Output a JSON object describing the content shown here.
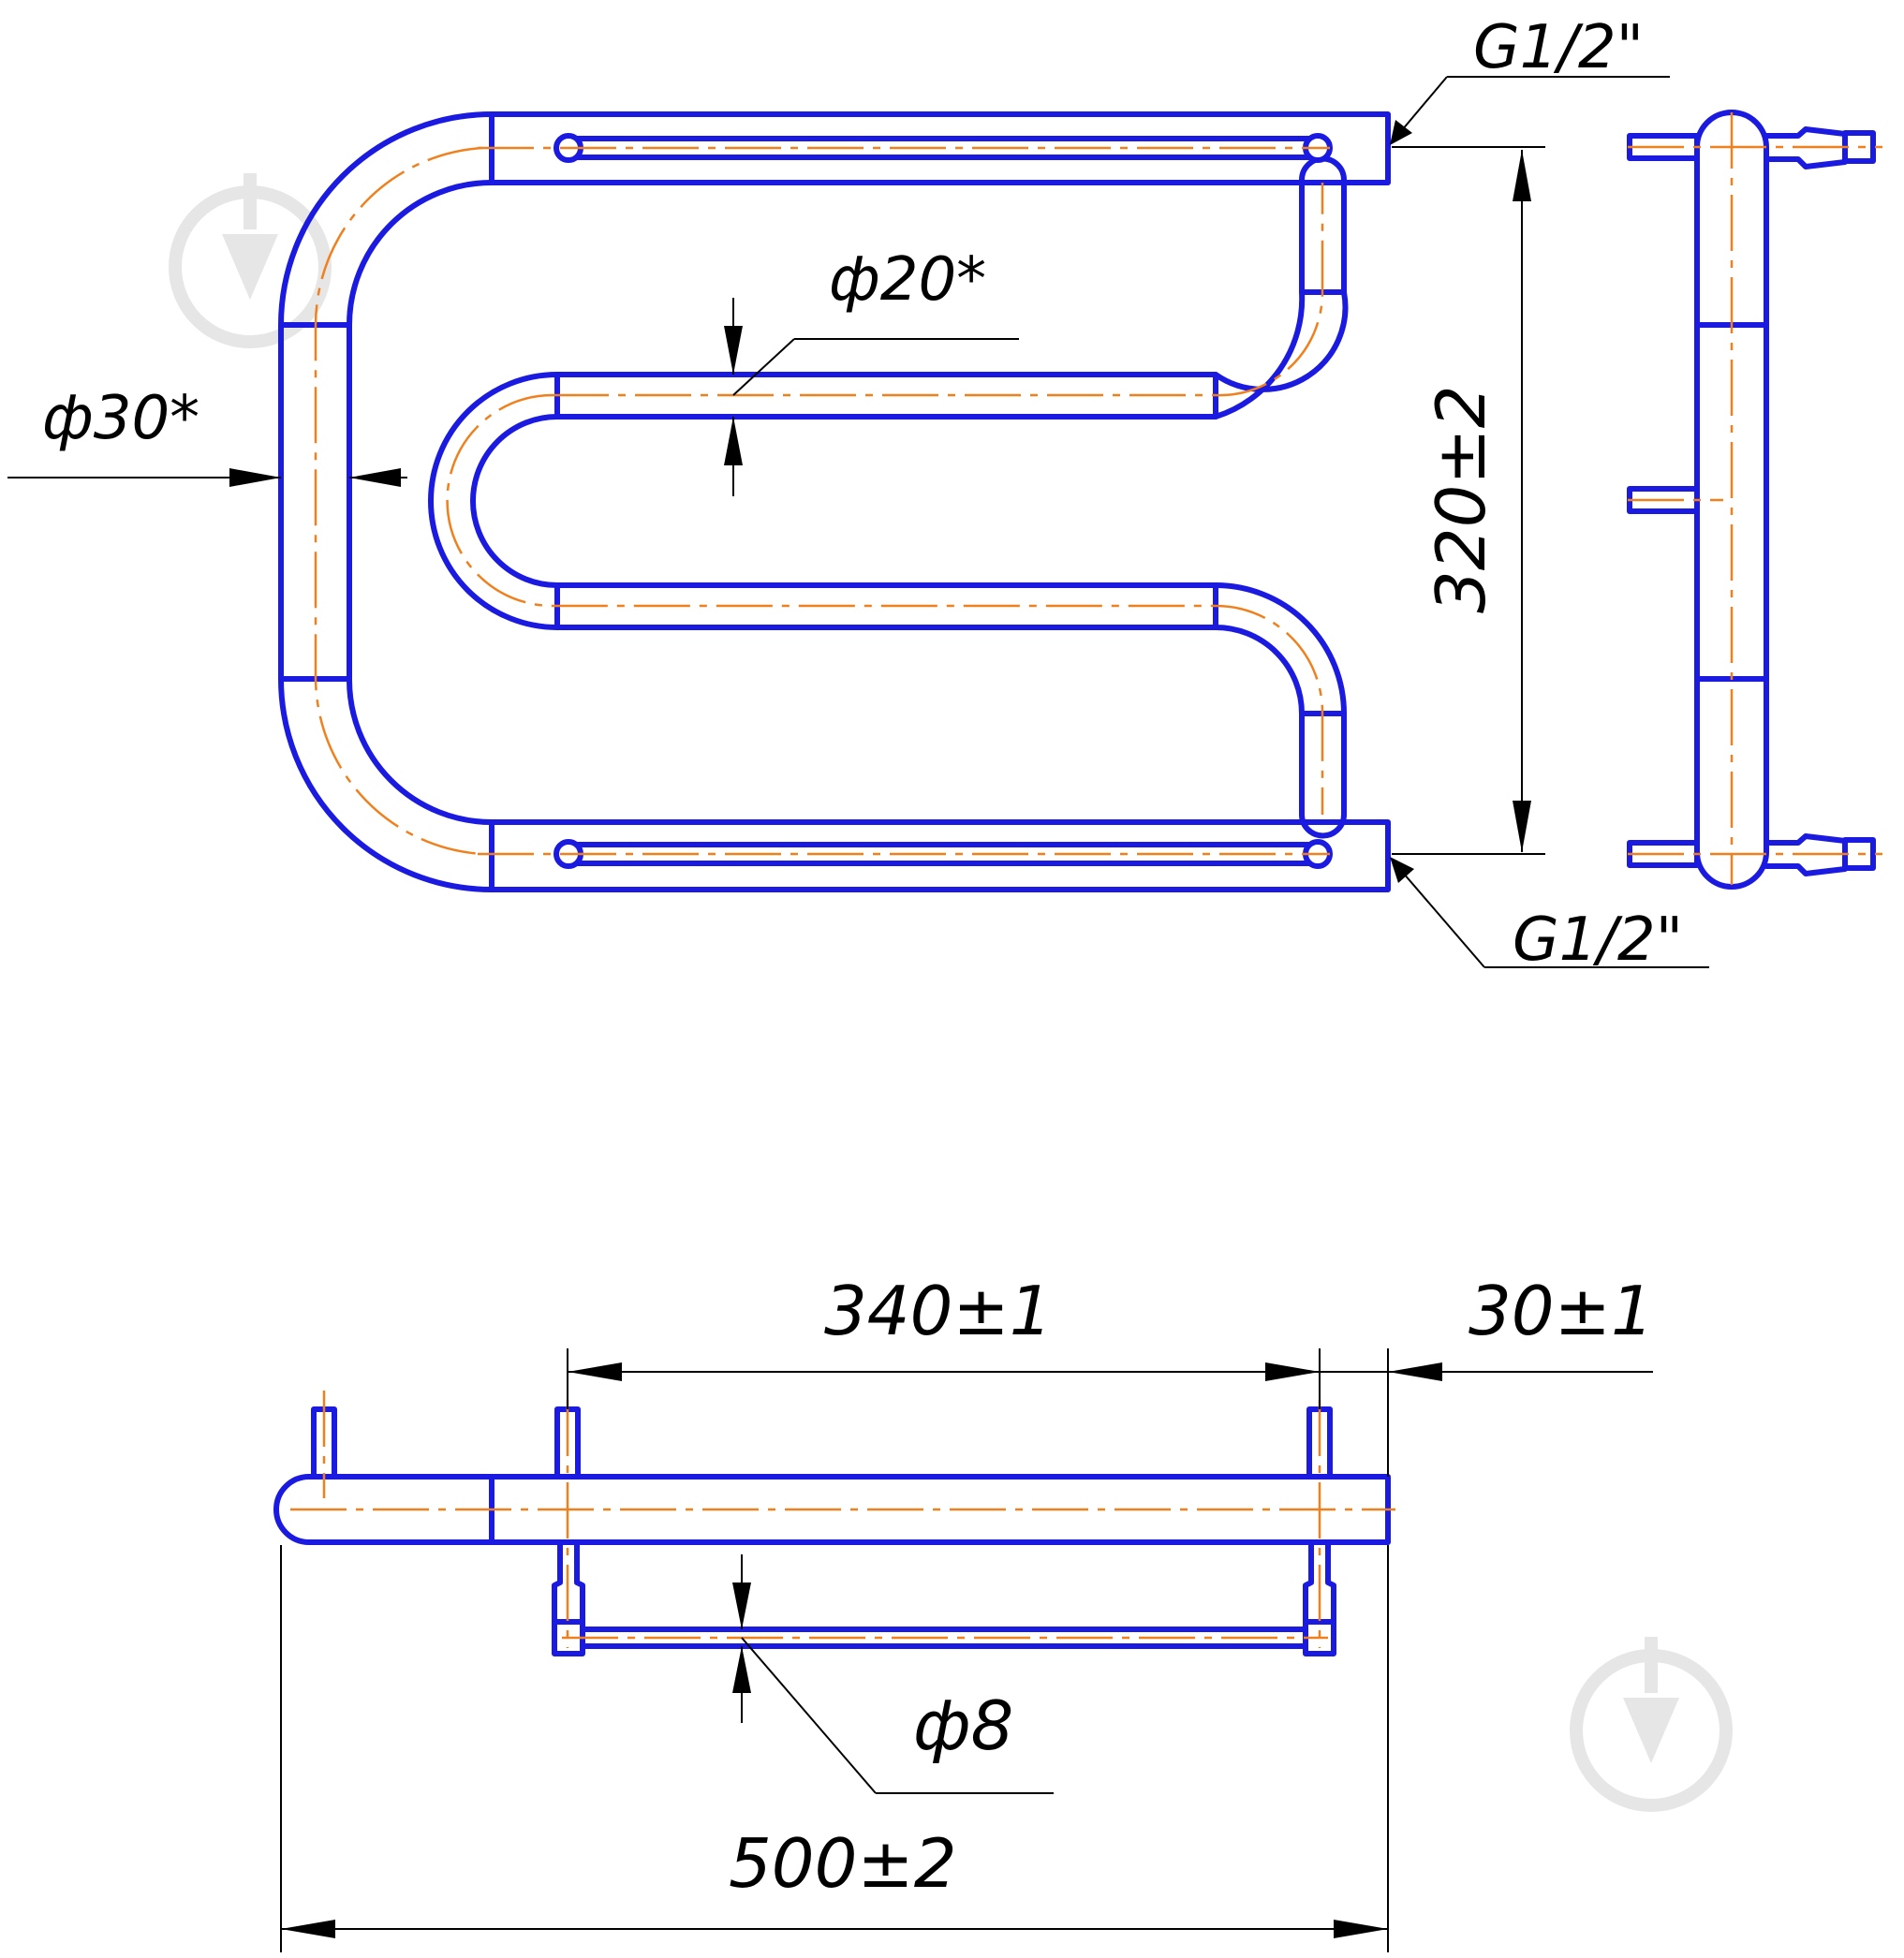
{
  "labels": {
    "thread_top": "G1/2\"",
    "thread_bottom": "G1/2\"",
    "dia_outer": "ф30*",
    "dia_inner": "ф20*",
    "height": "320±2",
    "length_rods": "340±1",
    "offset": "30±1",
    "dia_rod": "ф8",
    "width_total": "500±2"
  },
  "colors": {
    "pipe": "#1a1ae0",
    "axis": "#f0801e",
    "dimension": "#000000",
    "watermark": "#e6e6e6"
  },
  "icons": [
    "watermark-pin-icon"
  ]
}
